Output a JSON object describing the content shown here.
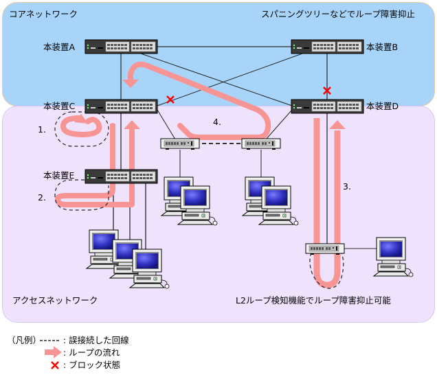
{
  "zones": {
    "core": {
      "label": "コアネットワーク",
      "note": "スパニングツリーなどでループ障害抑止",
      "color": "#a8d4fa"
    },
    "access": {
      "label": "アクセスネットワーク",
      "note": "L2ループ検知機能でループ障害抑止可能",
      "color": "#efe2fd"
    }
  },
  "devices": {
    "a": "本装置A",
    "b": "本装置B",
    "c": "本装置C",
    "d": "本装置D",
    "e": "本装置E"
  },
  "loops": {
    "loop1": "1.",
    "loop2": "2.",
    "loop3": "3.",
    "loop4": "4."
  },
  "colors": {
    "loop_flow": "#f79595",
    "block_mark": "#ff0000",
    "switch_body": "#3a3a3a",
    "monitor_screen": "#2a2aa8"
  },
  "legend": {
    "title": "（凡例）",
    "dashed_line": ": 誤接続した回線",
    "loop_arrow": ": ループの流れ",
    "block_x": ": ブロック状態"
  }
}
